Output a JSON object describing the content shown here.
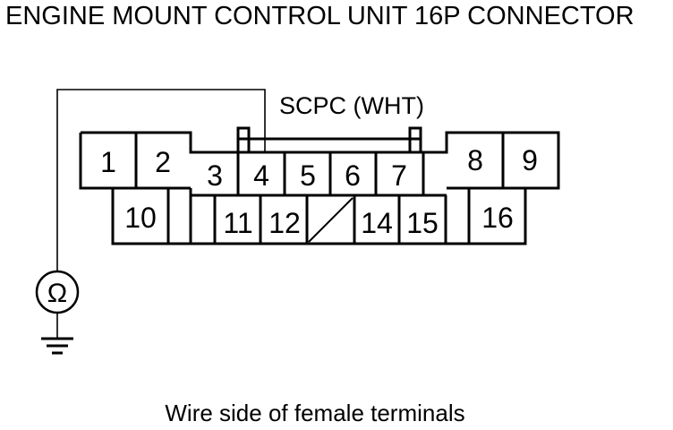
{
  "title": "ENGINE MOUNT CONTROL UNIT 16P CONNECTOR",
  "wire_label": "SCPC (WHT)",
  "caption": "Wire side of female terminals",
  "meter_symbol": "Ω",
  "connector": {
    "terminals": {
      "t1": "1",
      "t2": "2",
      "t3": "3",
      "t4": "4",
      "t5": "5",
      "t6": "6",
      "t7": "7",
      "t8": "8",
      "t9": "9",
      "t10": "10",
      "t11": "11",
      "t12": "12",
      "t14": "14",
      "t15": "15",
      "t16": "16"
    },
    "probe_terminal": "4",
    "wire_color": "WHT"
  },
  "icons": {
    "meter": "ohmmeter-icon",
    "ground": "ground-icon",
    "blank_cavity": "blank-cavity-slash"
  }
}
